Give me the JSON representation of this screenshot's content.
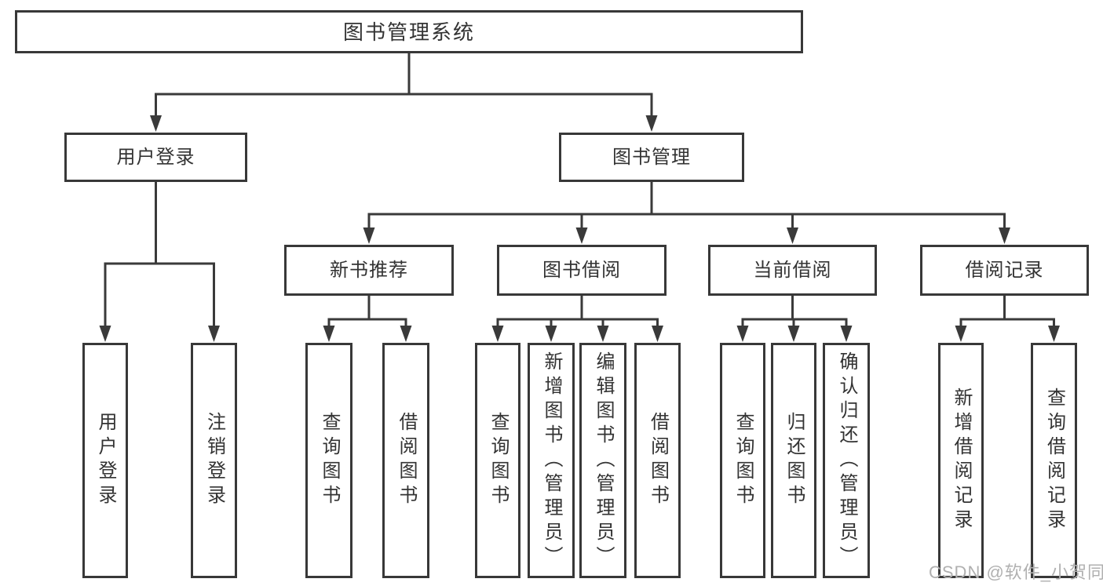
{
  "diagram": {
    "title": "图书管理系统",
    "tree": {
      "root": {
        "label": "图书管理系统"
      },
      "branches": [
        {
          "label": "用户登录",
          "children": [
            {
              "label": "用户登录"
            },
            {
              "label": "注销登录"
            }
          ]
        },
        {
          "label": "图书管理",
          "children": [
            {
              "label": "新书推荐",
              "children": [
                {
                  "label": "查询图书"
                },
                {
                  "label": "借阅图书"
                }
              ]
            },
            {
              "label": "图书借阅",
              "children": [
                {
                  "label": "查询图书"
                },
                {
                  "label": "新增图书（管理员）"
                },
                {
                  "label": "编辑图书（管理员）"
                },
                {
                  "label": "借阅图书"
                }
              ]
            },
            {
              "label": "当前借阅",
              "children": [
                {
                  "label": "查询图书"
                },
                {
                  "label": "归还图书"
                },
                {
                  "label": "确认归还（管理员）"
                }
              ]
            },
            {
              "label": "借阅记录",
              "children": [
                {
                  "label": "新增借阅记录"
                },
                {
                  "label": "查询借阅记录"
                }
              ]
            }
          ]
        }
      ]
    },
    "colors": {
      "line": "#3a3a3a",
      "border": "#383838",
      "text": "#333333",
      "background": "#ffffff",
      "watermark_color": "#b0b0b0"
    },
    "watermark": {
      "text": "CSDN @软件_小贺同学"
    }
  }
}
